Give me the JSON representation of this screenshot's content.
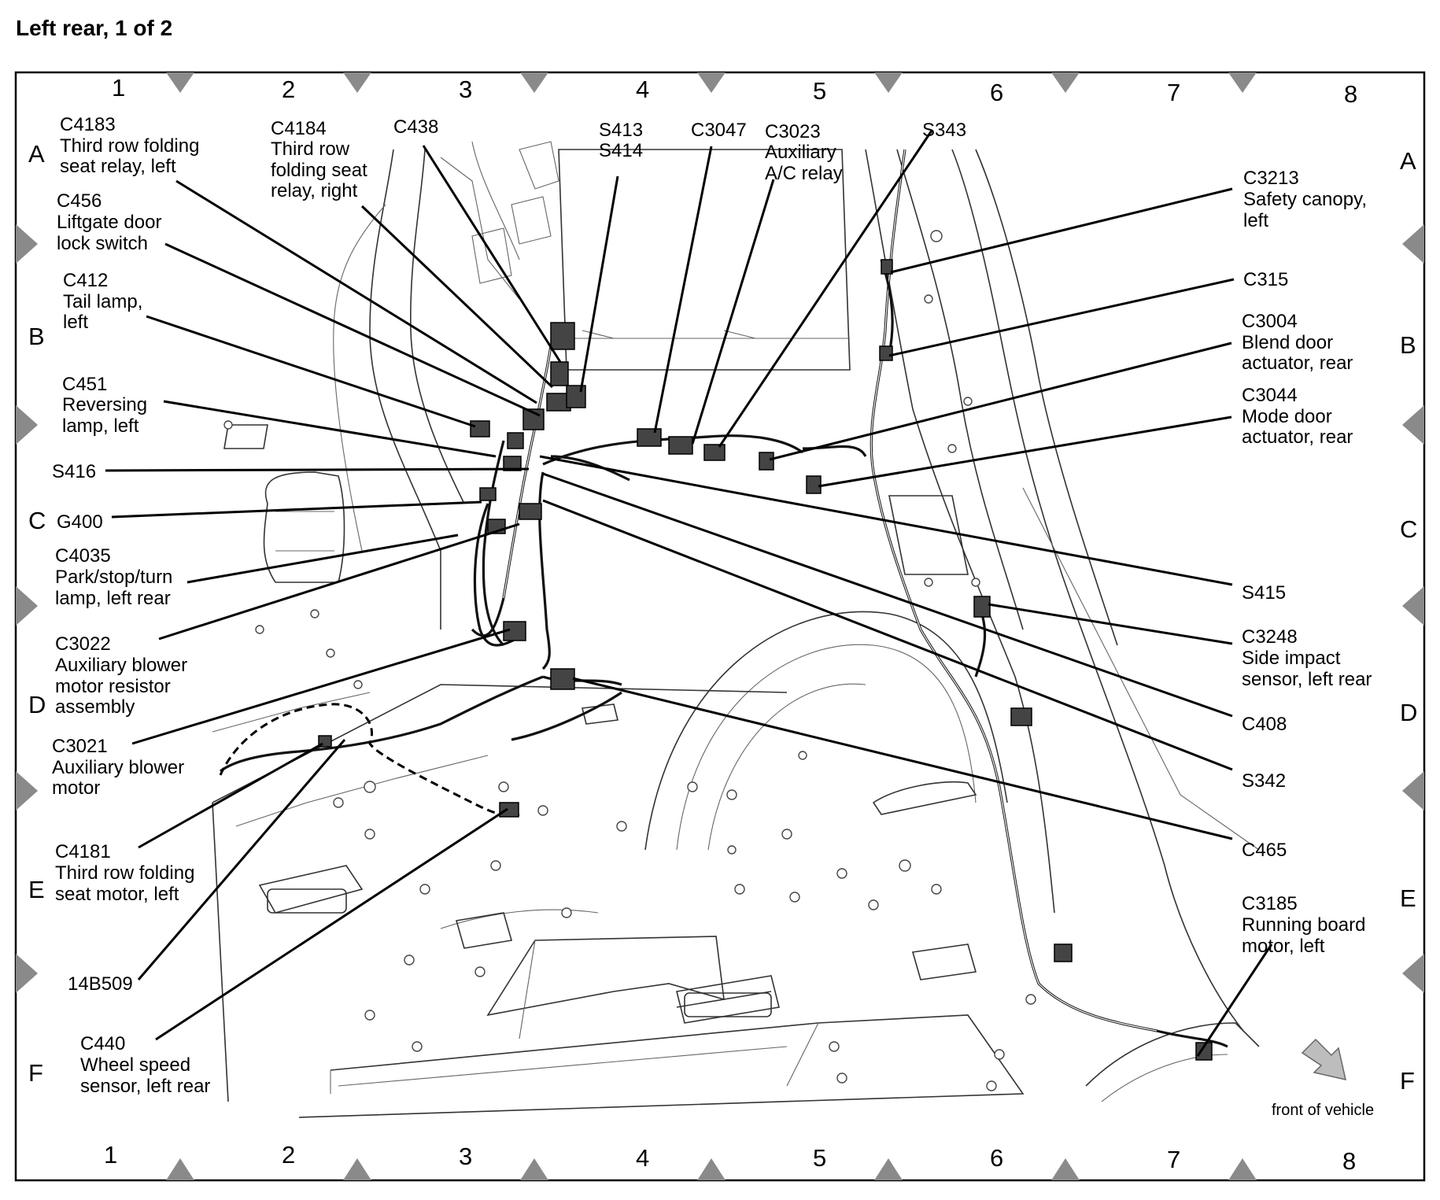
{
  "title": "Left rear, 1 of 2",
  "grid": {
    "columns": [
      "1",
      "2",
      "3",
      "4",
      "5",
      "6",
      "7",
      "8"
    ],
    "rows": [
      "A",
      "B",
      "C",
      "D",
      "E",
      "F"
    ]
  },
  "callouts": {
    "c4183": [
      "C4183",
      "Third row folding",
      "seat relay, left"
    ],
    "c456": [
      "C456",
      "Liftgate door",
      "lock switch"
    ],
    "c412": [
      "C412",
      "Tail lamp,",
      "left"
    ],
    "c451": [
      "C451",
      "Reversing",
      "lamp, left"
    ],
    "s416": [
      "S416"
    ],
    "g400": [
      "G400"
    ],
    "c4035": [
      "C4035",
      "Park/stop/turn",
      "lamp, left rear"
    ],
    "c3022": [
      "C3022",
      "Auxiliary blower",
      "motor resistor",
      "assembly"
    ],
    "c3021": [
      "C3021",
      "Auxiliary blower",
      "motor"
    ],
    "c4181": [
      "C4181",
      "Third row folding",
      "seat motor, left"
    ],
    "p14b509": [
      "14B509"
    ],
    "c440": [
      "C440",
      "Wheel speed",
      "sensor, left rear"
    ],
    "c4184": [
      "C4184",
      "Third row",
      "folding seat",
      "relay, right"
    ],
    "c438": [
      "C438"
    ],
    "s413_s414": [
      "S413",
      "S414"
    ],
    "c3047": [
      "C3047"
    ],
    "c3023": [
      "C3023",
      "Auxiliary",
      "A/C relay"
    ],
    "s343": [
      "S343"
    ],
    "c3213": [
      "C3213",
      "Safety canopy,",
      "left"
    ],
    "c315": [
      "C315"
    ],
    "c3004": [
      "C3004",
      "Blend door",
      "actuator, rear"
    ],
    "c3044": [
      "C3044",
      "Mode door",
      "actuator, rear"
    ],
    "s415": [
      "S415"
    ],
    "c3248": [
      "C3248",
      "Side impact",
      "sensor, left rear"
    ],
    "c408": [
      "C408"
    ],
    "s342": [
      "S342"
    ],
    "c465": [
      "C465"
    ],
    "c3185": [
      "C3185",
      "Running board",
      "motor, left"
    ]
  },
  "orientation_note": "front of vehicle",
  "colors": {
    "line": "#000000",
    "border_diamond": "#8a8a8a",
    "arrow_fill": "#bdbdbd"
  }
}
